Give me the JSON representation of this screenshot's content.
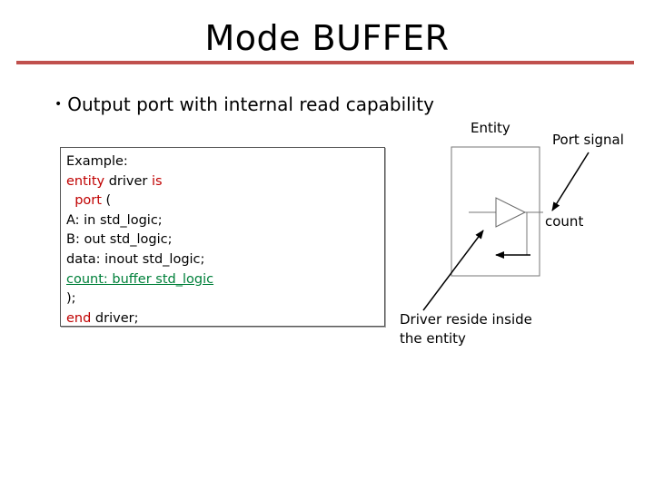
{
  "title": "Mode BUFFER",
  "bullet": {
    "symbol": "•",
    "text": "Output port with internal read capability"
  },
  "code": {
    "line1": "Example:",
    "line2_kw": "entity",
    "line2_mid": " driver ",
    "line2_is": "is",
    "line3_indent": "  ",
    "line3_kw": "port",
    "line3_rest": " (",
    "line4": "A: in std_logic;",
    "line5": "B: out std_logic;",
    "line6": "data: inout std_logic;",
    "line7": "count: buffer std_logic",
    "line8": ");",
    "line9_kw": "end",
    "line9_rest": " driver;"
  },
  "diagram": {
    "entity_label": "Entity",
    "port_signal_label": "Port signal",
    "count_label": "count",
    "driver_line1": "Driver reside inside",
    "driver_line2": "the entity",
    "colors": {
      "title_rule": "#c0504d",
      "keyword": "#c00000",
      "buffer_line": "#00803a"
    }
  }
}
